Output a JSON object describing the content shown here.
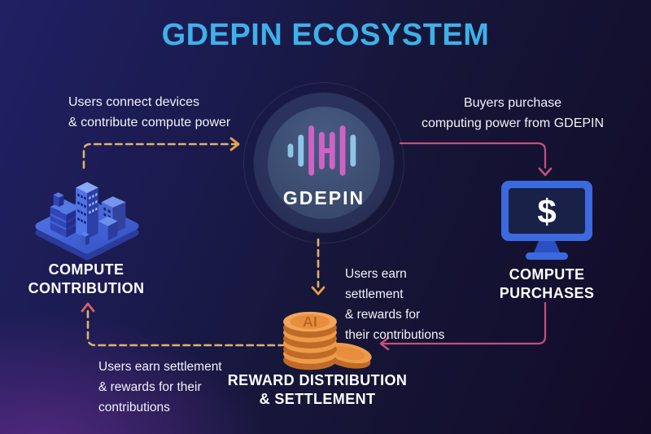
{
  "title": "GDEPIN ECOSYSTEM",
  "hub": {
    "name": "GDEPIN"
  },
  "nodes": {
    "contribution": {
      "line1": "COMPUTE",
      "line2": "CONTRIBUTION"
    },
    "purchases": {
      "line1": "COMPUTE",
      "line2": "PURCHASES",
      "screen_symbol": "$"
    },
    "rewards": {
      "line1": "REWARD DISTRIBUTION",
      "line2": "& SETTLEMENT",
      "coin_label": "AI"
    }
  },
  "annotations": {
    "connect": {
      "line1": "Users connect devices",
      "line2": "& contribute compute power"
    },
    "purchase": {
      "line1": "Buyers purchase",
      "line2": "computing power from GDEPIN"
    },
    "earn_center": {
      "line1": "Users earn",
      "line2": "settlement",
      "line3": "& rewards for",
      "line4": "their contributions"
    },
    "earn_left": {
      "line1": "Users earn settlement",
      "line2": "& rewards for their",
      "line3": "contributions"
    }
  },
  "colors": {
    "bg_navy": "#212063",
    "bg_mid": "#161638",
    "bg_dark": "#120B28",
    "title_blue": "#3EB1E8",
    "text": "#F2F2F7",
    "arrow_yellow": "#DDB26A",
    "arrowhead_orange": "#EDA13C",
    "arrowhead_red": "#D5655C",
    "arrow_pink": "#C44F80",
    "circle_ring": "#242B4E",
    "circle_fill": "#3D4E72",
    "logo_pink": "#D162C4",
    "logo_blue": "#8FC4E6",
    "icon_blue": "#3B69DE",
    "screen_navy": "#1A2148",
    "coin_face": "#EE9B4A",
    "coin_edge": "#C06A28",
    "coin_inner": "#E68E3E",
    "coin_text": "#BC6524"
  }
}
